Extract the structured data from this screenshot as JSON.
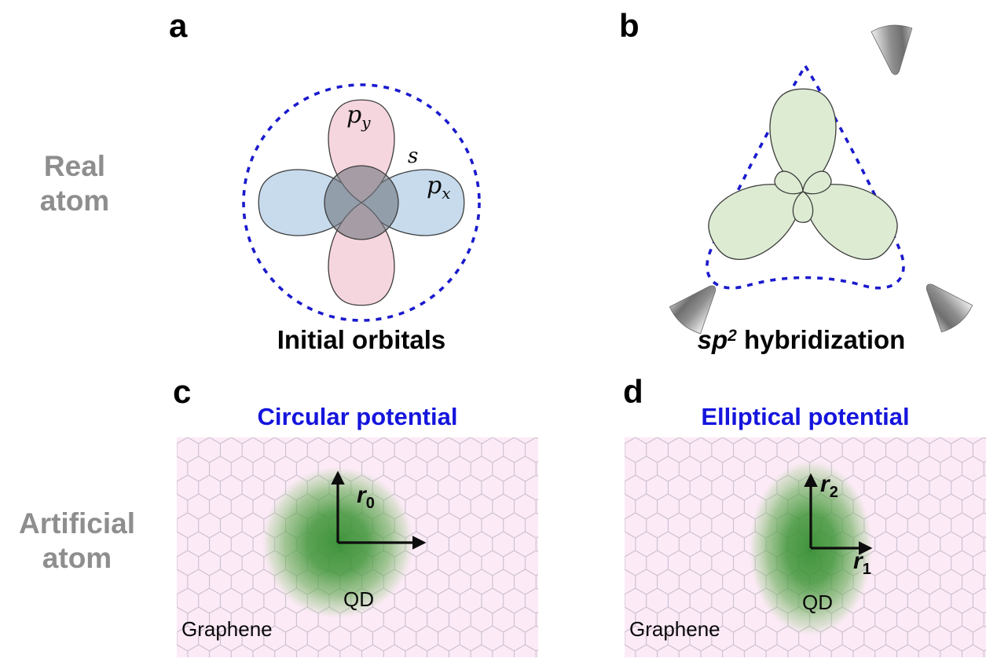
{
  "figure": {
    "rows": [
      {
        "label_line1": "Real",
        "label_line2": "atom"
      },
      {
        "label_line1": "Artificial",
        "label_line2": "atom"
      }
    ]
  },
  "panels": {
    "a": {
      "letter": "a",
      "caption": "Initial orbitals",
      "orbital_labels": {
        "p_base": "p",
        "py_sub": "y",
        "px_sub": "x",
        "s": "s"
      }
    },
    "b": {
      "letter": "b",
      "caption": {
        "italic": "sp",
        "sup": "2",
        "rest": " hybridization"
      }
    },
    "c": {
      "letter": "c",
      "title": "Circular potential",
      "radius_label": {
        "base": "r",
        "sub": "0"
      },
      "qd_label": "QD",
      "substrate_label": "Graphene"
    },
    "d": {
      "letter": "d",
      "title": "Elliptical potential",
      "radius2_label": {
        "base": "r",
        "sub": "2"
      },
      "radius1_label": {
        "base": "r",
        "sub": "1"
      },
      "qd_label": "QD",
      "substrate_label": "Graphene"
    }
  },
  "icons": {
    "probe_tip": "stm-tip-icon",
    "dashed_outline": "potential-outline"
  },
  "colors": {
    "potential_outline_blue": "#1a1acd",
    "panel_title_blue": "#1515dd",
    "py_orbital_pink": "#f6d6de",
    "px_orbital_blue": "#c7dbed",
    "s_orbital_gray": "#70747e",
    "sp2_lobe_green": "#dcebd2",
    "qd_green": "#2f8c2b",
    "graphene_bg_pink": "#fdeaf7",
    "graphene_lattice_line": "#c9bfce",
    "row_label_gray": "#8e8e8e",
    "tip_gray": "#8f8f8f",
    "arrow_black": "#0d0d0d"
  }
}
